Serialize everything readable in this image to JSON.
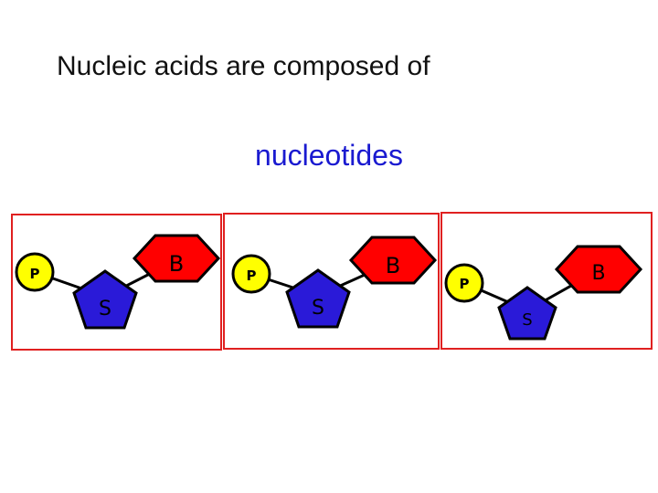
{
  "slide": {
    "title": "Nucleic acids are composed of",
    "subtitle": "nucleotides"
  },
  "nucleotides": [
    {
      "phosphate": "P",
      "sugar": "S",
      "base": "B"
    },
    {
      "phosphate": "P",
      "sugar": "S",
      "base": "B"
    },
    {
      "phosphate": "P",
      "sugar": "S",
      "base": "B"
    }
  ],
  "colors": {
    "phosphate": "#ffff00",
    "sugar": "#2a1ad8",
    "base": "#ff0000",
    "outline": "#000000",
    "frame": "#e02020",
    "subtitle": "#1a1ad0",
    "label": "#000000"
  }
}
